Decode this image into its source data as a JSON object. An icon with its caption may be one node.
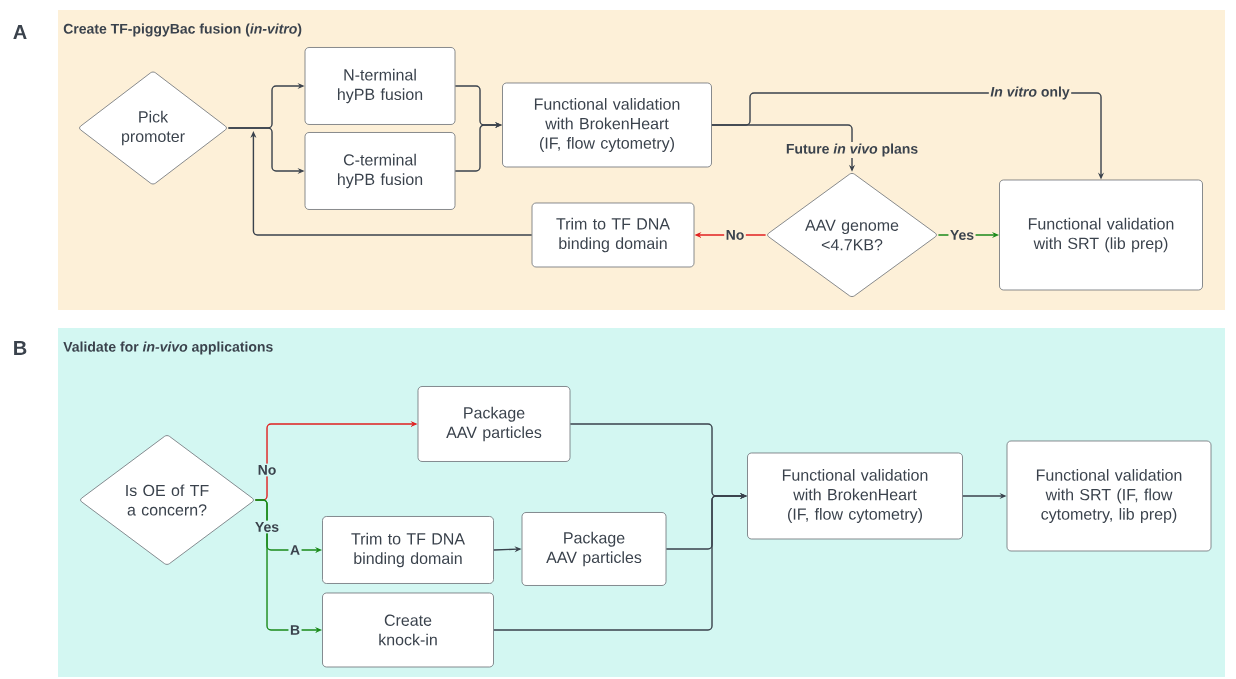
{
  "diagram": {
    "nodes": [
      {
        "text": [
          "Create TF-piggyBac fusion (*in-vitro*)"
        ],
        "beside": [
          "A"
        ]
      },
      {
        "text": [
          "Pick promoter"
        ],
        "in": 0
      },
      {
        "text": [
          "N-terminal hyPB fusion"
        ],
        "in": 0
      },
      {
        "text": [
          "C-terminal hyPB fusion"
        ],
        "in": 0
      },
      {
        "text": [
          "Functional validation with BrokenHeart (IF, flow cytometry)"
        ],
        "in": 0
      },
      {
        "text": [
          "AAV genome <4.7KB?"
        ],
        "in": 0
      },
      {
        "text": [
          "Trim to TF DNA binding domain"
        ],
        "in": 0
      },
      {
        "text": [
          "Functional validation with SRT (lib prep)"
        ],
        "in": 0
      },
      {
        "text": [
          "Validate for *in-vivo* applications"
        ],
        "beside": [
          "B"
        ]
      },
      {
        "text": [
          "Is OE of TF a concern?"
        ],
        "in": 8
      },
      {
        "text": [
          "Package AAV particles"
        ],
        "in": 8
      },
      {
        "text": [
          "Trim to TF DNA binding domain"
        ],
        "in": 8
      },
      {
        "text": [
          "Package AAV particles"
        ],
        "in": 8
      },
      {
        "text": [
          "Create knock-in"
        ],
        "in": 8
      },
      {
        "text": [
          "Functional validation with BrokenHeart (IF, flow cytometry)"
        ],
        "in": 8
      },
      {
        "text": [
          "Functional validation with SRT (IF, flow cytometry, lib prep)"
        ],
        "in": 8
      }
    ],
    "edges": [
      {
        "from": 1,
        "to": 2,
        "arrow": "to"
      },
      {
        "from": 1,
        "to": 3,
        "arrow": "to"
      },
      {
        "from": 2,
        "to": 4,
        "arrow": "to"
      },
      {
        "from": 3,
        "to": 4,
        "arrow": "to"
      },
      {
        "from": 4,
        "to": 7,
        "arrow": "to",
        "label": "*In vitro* only"
      },
      {
        "from": 4,
        "to": 5,
        "arrow": "to",
        "label": "Future *in vivo* plans"
      },
      {
        "from": 5,
        "to": 6,
        "arrow": "to",
        "label": "No",
        "color": "#e02020"
      },
      {
        "from": 5,
        "to": 7,
        "arrow": "to",
        "label": "Yes",
        "color": "#1a8a1a"
      },
      {
        "from": 6,
        "to": 1,
        "arrow": "to"
      },
      {
        "from": 9,
        "to": 10,
        "arrow": "to",
        "label": "No",
        "color": "#e02020"
      },
      {
        "from": 9,
        "to": 11,
        "arrow": "to",
        "label": "A",
        "color": "#1a8a1a"
      },
      {
        "from": 9,
        "to": 13,
        "arrow": "to",
        "label": "B",
        "color": "#1a8a1a"
      },
      {
        "from": 11,
        "to": 12,
        "arrow": "to"
      },
      {
        "from": 10,
        "to": 14,
        "arrow": "to"
      },
      {
        "from": 12,
        "to": 14,
        "arrow": "to"
      },
      {
        "from": 13,
        "to": 14,
        "arrow": "to"
      },
      {
        "from": 14,
        "to": 15,
        "arrow": "to"
      }
    ],
    "labels": [
      "Yes"
    ]
  }
}
